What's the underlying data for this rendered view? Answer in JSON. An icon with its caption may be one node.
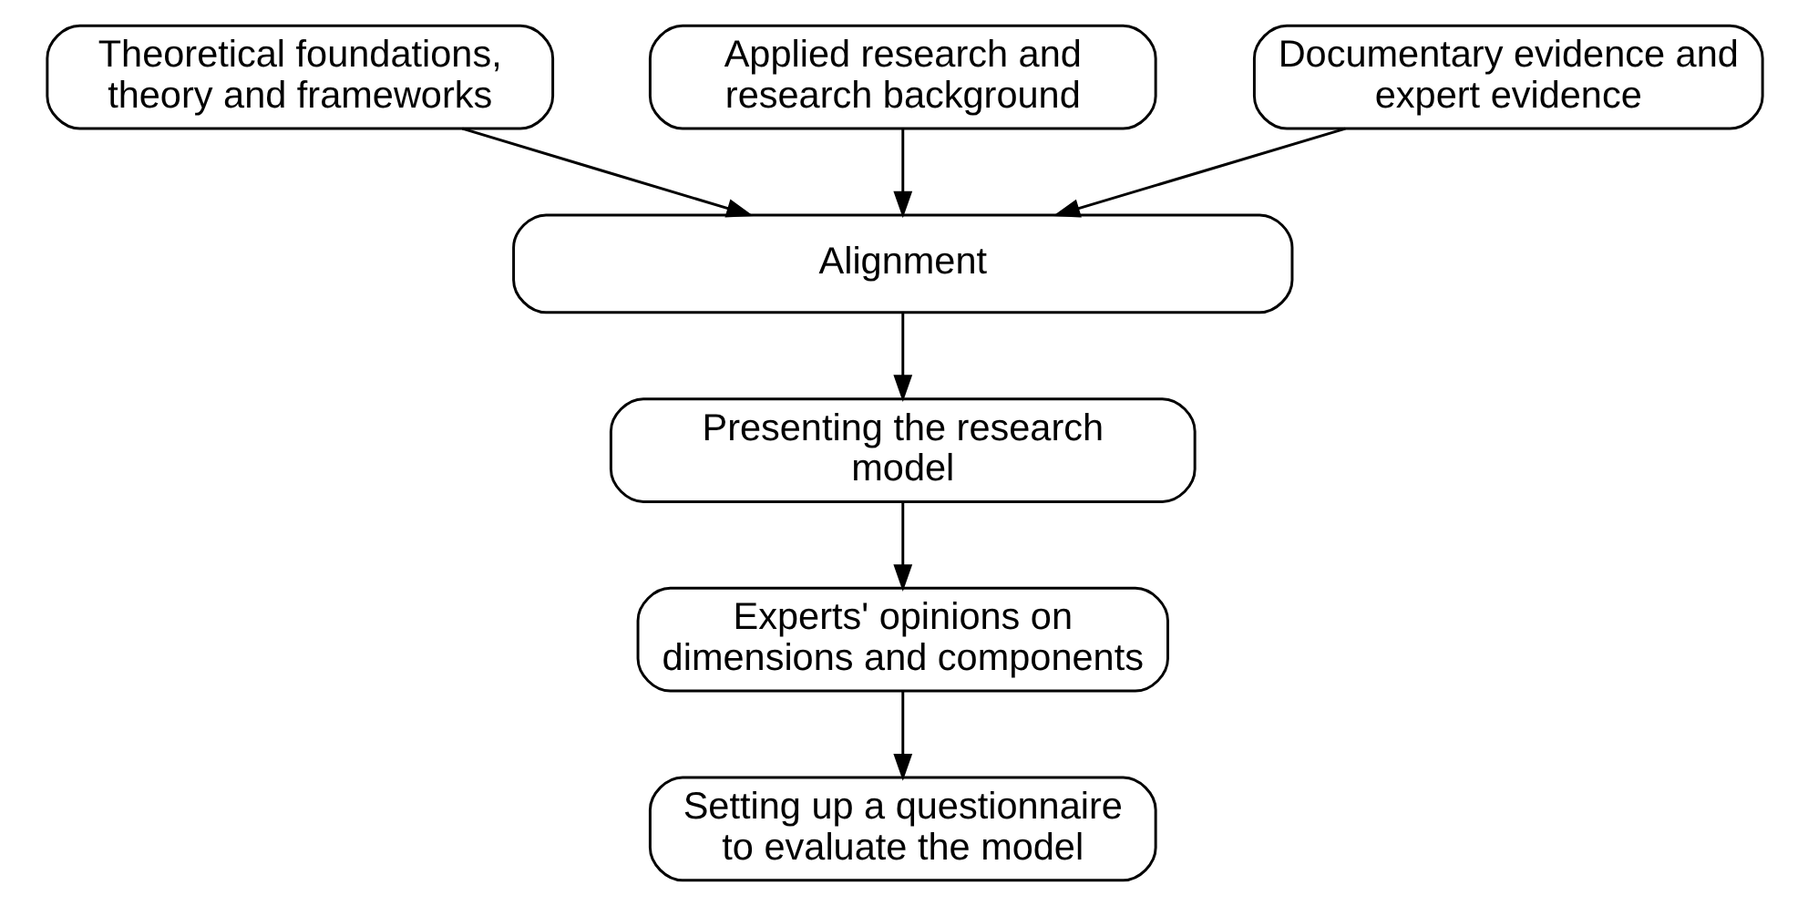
{
  "diagram": {
    "nodes": [
      {
        "text": [
          "Theoretical foundations, theory and frameworks"
        ]
      },
      {
        "text": [
          "Applied research and research background"
        ]
      },
      {
        "text": [
          "Documentary evidence and expert evidence"
        ]
      },
      {
        "text": [
          "Alignment"
        ]
      },
      {
        "text": [
          "Presenting the research model"
        ]
      },
      {
        "text": [
          "Experts' opinions on dimensions and components"
        ]
      },
      {
        "text": [
          "Setting up a questionnaire to evaluate the model"
        ]
      }
    ],
    "edges": [
      {
        "from": 0,
        "to": 3,
        "arrow": "to"
      },
      {
        "from": 1,
        "to": 3,
        "arrow": "to"
      },
      {
        "from": 2,
        "to": 3,
        "arrow": "to"
      },
      {
        "from": 3,
        "to": 4,
        "arrow": "to"
      },
      {
        "from": 4,
        "to": 5,
        "arrow": "to"
      },
      {
        "from": 5,
        "to": 6,
        "arrow": "to"
      }
    ]
  }
}
